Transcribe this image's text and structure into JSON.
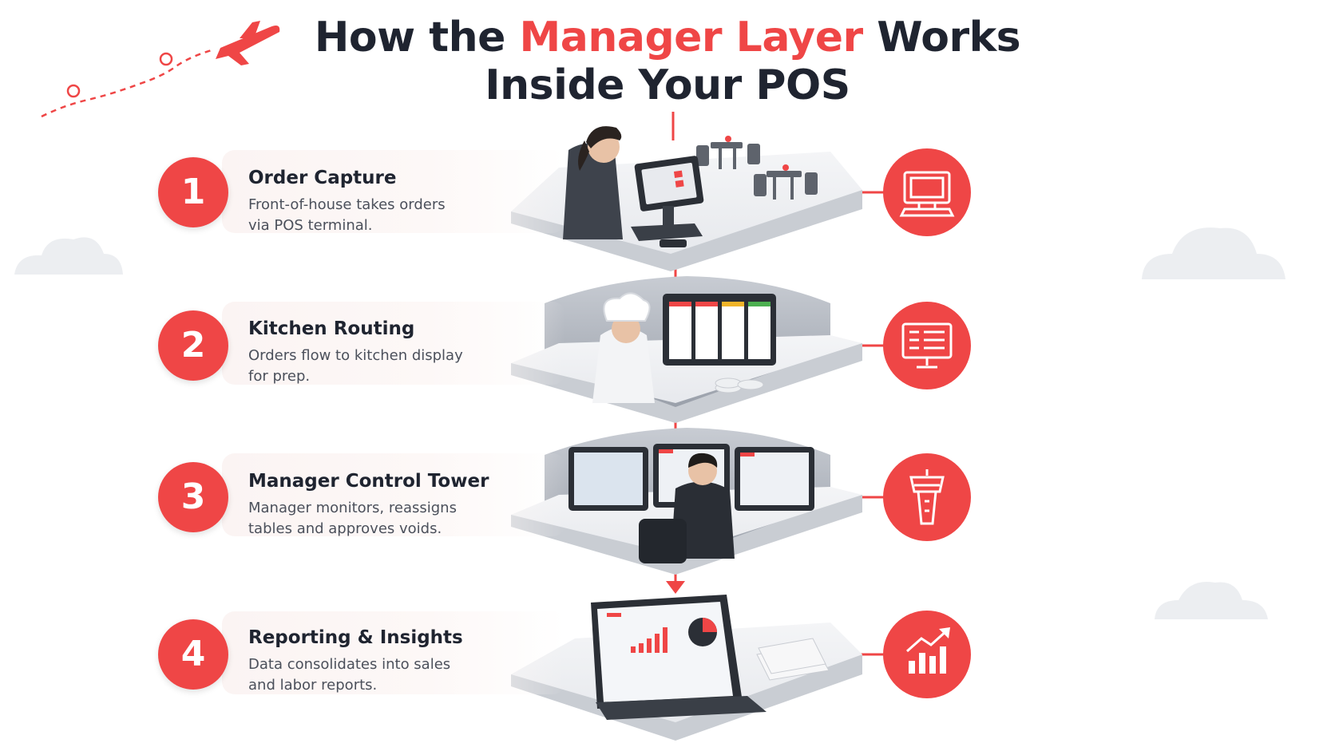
{
  "title": {
    "line1_prefix": "How the ",
    "line1_accent": "Manager Layer",
    "line1_suffix": " Works",
    "line2": "Inside Your POS"
  },
  "colors": {
    "accent": "#ef4646",
    "text": "#1f2430",
    "muted": "#4b505b"
  },
  "steps": [
    {
      "number": "1",
      "title": "Order Capture",
      "desc_line1": "Front-of-house takes orders",
      "desc_line2": "via POS terminal.",
      "icon": "pos-terminal-icon"
    },
    {
      "number": "2",
      "title": "Kitchen Routing",
      "desc_line1": "Orders flow to kitchen display",
      "desc_line2": "for prep.",
      "icon": "kitchen-display-icon"
    },
    {
      "number": "3",
      "title": "Manager Control Tower",
      "desc_line1": "Manager monitors, reassigns",
      "desc_line2": "tables and approves voids.",
      "icon": "control-tower-icon"
    },
    {
      "number": "4",
      "title": "Reporting & Insights",
      "desc_line1": "Data consolidates into sales",
      "desc_line2": "and labor reports.",
      "icon": "growth-chart-icon"
    }
  ]
}
